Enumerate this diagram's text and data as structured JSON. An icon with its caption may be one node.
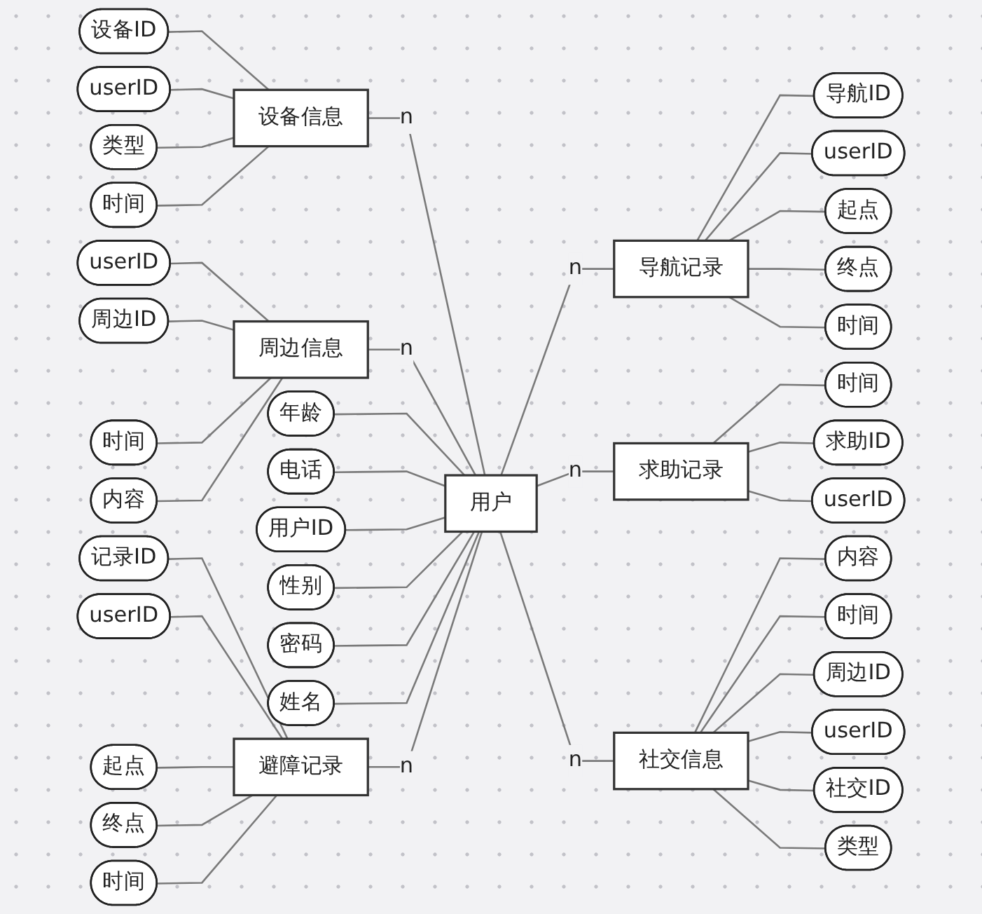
{
  "diagram": {
    "nodes": [
      {
        "text": [
          "设备信息"
        ]
      },
      {
        "text": [
          "设备ID"
        ]
      },
      {
        "text": [
          "userID"
        ]
      },
      {
        "text": [
          "类型"
        ]
      },
      {
        "text": [
          "时间"
        ]
      },
      {
        "text": [
          "周边信息"
        ]
      },
      {
        "text": [
          "userID"
        ]
      },
      {
        "text": [
          "周边ID"
        ]
      },
      {
        "text": [
          "时间"
        ]
      },
      {
        "text": [
          "内容"
        ]
      },
      {
        "text": [
          "导航记录"
        ]
      },
      {
        "text": [
          "导航ID"
        ]
      },
      {
        "text": [
          "userID"
        ]
      },
      {
        "text": [
          "起点"
        ]
      },
      {
        "text": [
          "终点"
        ]
      },
      {
        "text": [
          "时间"
        ]
      },
      {
        "text": [
          "求助记录"
        ]
      },
      {
        "text": [
          "时间"
        ]
      },
      {
        "text": [
          "求助ID"
        ]
      },
      {
        "text": [
          "userID"
        ]
      },
      {
        "text": [
          "用户"
        ]
      },
      {
        "text": [
          "年龄"
        ]
      },
      {
        "text": [
          "电话"
        ]
      },
      {
        "text": [
          "用户ID"
        ]
      },
      {
        "text": [
          "性别"
        ]
      },
      {
        "text": [
          "密码"
        ]
      },
      {
        "text": [
          "姓名"
        ]
      },
      {
        "text": [
          "社交信息"
        ]
      },
      {
        "text": [
          "内容"
        ]
      },
      {
        "text": [
          "时间"
        ]
      },
      {
        "text": [
          "周边ID"
        ]
      },
      {
        "text": [
          "userID"
        ]
      },
      {
        "text": [
          "社交ID"
        ]
      },
      {
        "text": [
          "类型"
        ]
      },
      {
        "text": [
          "避障记录"
        ]
      },
      {
        "text": [
          "记录ID"
        ]
      },
      {
        "text": [
          "userID"
        ]
      },
      {
        "text": [
          "起点"
        ]
      },
      {
        "text": [
          "终点"
        ]
      },
      {
        "text": [
          "时间"
        ]
      }
    ],
    "edges": [
      {
        "from": 1,
        "to": 0,
        "arrow": "none"
      },
      {
        "from": 2,
        "to": 0,
        "arrow": "none"
      },
      {
        "from": 3,
        "to": 0,
        "arrow": "none"
      },
      {
        "from": 4,
        "to": 0,
        "arrow": "none"
      },
      {
        "from": 0,
        "to": 20,
        "arrow": "none",
        "label": "n"
      },
      {
        "from": 6,
        "to": 5,
        "arrow": "none"
      },
      {
        "from": 7,
        "to": 5,
        "arrow": "none"
      },
      {
        "from": 8,
        "to": 5,
        "arrow": "none"
      },
      {
        "from": 9,
        "to": 5,
        "arrow": "none"
      },
      {
        "from": 5,
        "to": 20,
        "arrow": "none",
        "label": "n"
      },
      {
        "from": 20,
        "to": 10,
        "arrow": "none",
        "label": "n"
      },
      {
        "from": 10,
        "to": 11,
        "arrow": "none"
      },
      {
        "from": 10,
        "to": 12,
        "arrow": "none"
      },
      {
        "from": 10,
        "to": 13,
        "arrow": "none"
      },
      {
        "from": 10,
        "to": 14,
        "arrow": "none"
      },
      {
        "from": 10,
        "to": 15,
        "arrow": "none"
      },
      {
        "from": 20,
        "to": 16,
        "arrow": "none",
        "label": "n"
      },
      {
        "from": 16,
        "to": 17,
        "arrow": "none"
      },
      {
        "from": 16,
        "to": 18,
        "arrow": "none"
      },
      {
        "from": 16,
        "to": 19,
        "arrow": "none"
      },
      {
        "from": 21,
        "to": 20,
        "arrow": "none"
      },
      {
        "from": 22,
        "to": 20,
        "arrow": "none"
      },
      {
        "from": 23,
        "to": 20,
        "arrow": "none"
      },
      {
        "from": 24,
        "to": 20,
        "arrow": "none"
      },
      {
        "from": 25,
        "to": 20,
        "arrow": "none"
      },
      {
        "from": 26,
        "to": 20,
        "arrow": "none"
      },
      {
        "from": 20,
        "to": 27,
        "arrow": "none",
        "label": "n"
      },
      {
        "from": 27,
        "to": 28,
        "arrow": "none"
      },
      {
        "from": 27,
        "to": 29,
        "arrow": "none"
      },
      {
        "from": 27,
        "to": 30,
        "arrow": "none"
      },
      {
        "from": 27,
        "to": 31,
        "arrow": "none"
      },
      {
        "from": 27,
        "to": 32,
        "arrow": "none"
      },
      {
        "from": 27,
        "to": 33,
        "arrow": "none"
      },
      {
        "from": 34,
        "to": 20,
        "arrow": "none",
        "label": "n"
      },
      {
        "from": 35,
        "to": 34,
        "arrow": "none"
      },
      {
        "from": 36,
        "to": 34,
        "arrow": "none"
      },
      {
        "from": 37,
        "to": 34,
        "arrow": "none"
      },
      {
        "from": 38,
        "to": 34,
        "arrow": "none"
      },
      {
        "from": 39,
        "to": 34,
        "arrow": "none"
      }
    ]
  }
}
